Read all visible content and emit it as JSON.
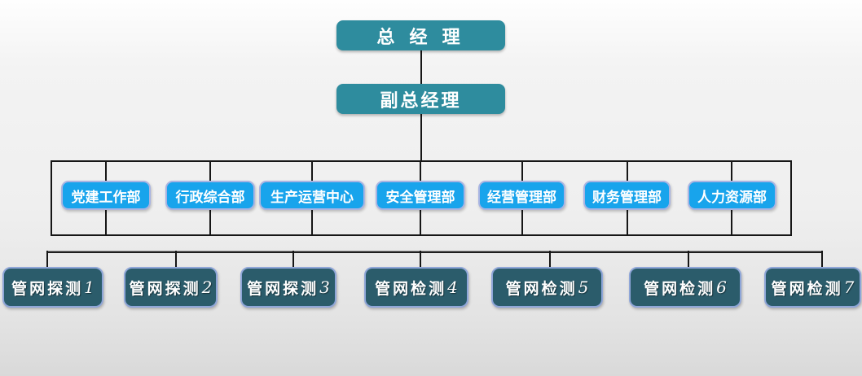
{
  "colors": {
    "exec-teal": "#2E8C9E",
    "dept-blue": "#18A4EC",
    "dept-border": "#A9B4E2",
    "team-dark": "#2B5C6B",
    "team-border": "#8FA6D8",
    "line-dark": "#161616"
  },
  "org_chart": {
    "type": "org-chart",
    "level1": {
      "label": "总 经 理"
    },
    "level2": {
      "label": "副总经理"
    },
    "departments": [
      {
        "label": "党建工作部"
      },
      {
        "label": "行政综合部"
      },
      {
        "label": "生产运营中心"
      },
      {
        "label": "安全管理部"
      },
      {
        "label": "经营管理部"
      },
      {
        "label": "财务管理部"
      },
      {
        "label": "人力资源部"
      }
    ],
    "teams": [
      {
        "name": "管网探测",
        "num": "1"
      },
      {
        "name": "管网探测",
        "num": "2"
      },
      {
        "name": "管网探测",
        "num": "3"
      },
      {
        "name": "管网检测",
        "num": "4"
      },
      {
        "name": "管网检测",
        "num": "5"
      },
      {
        "name": "管网检测",
        "num": "6"
      },
      {
        "name": "管网检测",
        "num": "7"
      }
    ]
  }
}
